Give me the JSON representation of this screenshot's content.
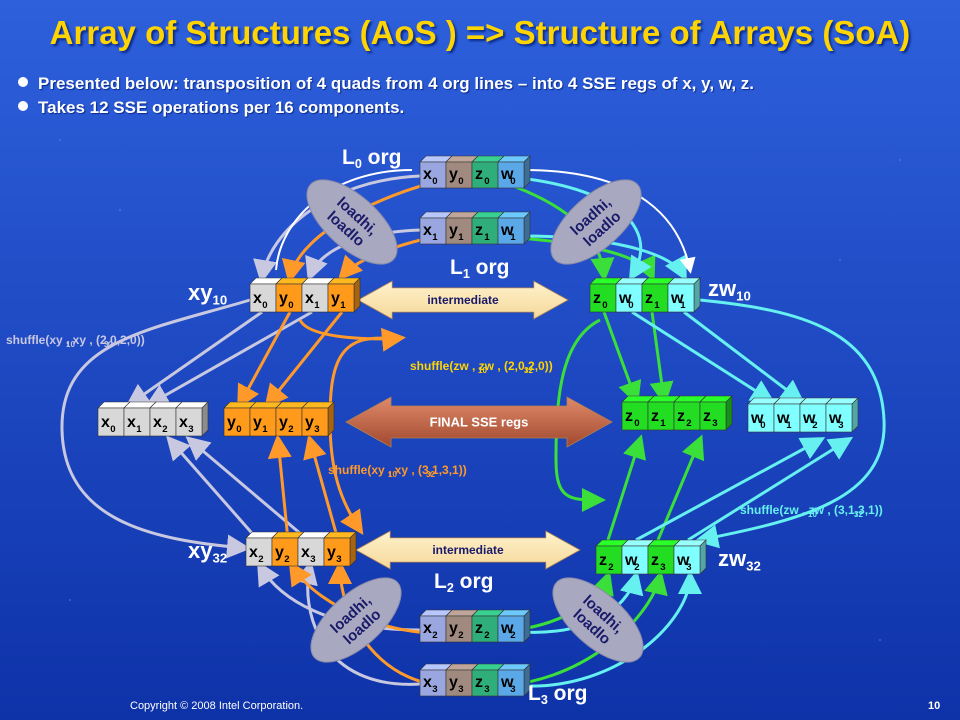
{
  "title": "Array of Structures (AoS ) => Structure of Arrays (SoA)",
  "bullets": [
    "Presented below: transposition of 4 quads from 4 org lines – into 4 SSE regs of x, y, w, z.",
    "Takes 12 SSE operations per 16 components."
  ],
  "labels": {
    "l0": {
      "base": "L",
      "sub": "0",
      "rest": " org"
    },
    "l1": {
      "base": "L",
      "sub": "1",
      "rest": " org"
    },
    "l2": {
      "base": "L",
      "sub": "2",
      "rest": " org"
    },
    "l3": {
      "base": "L",
      "sub": "3",
      "rest": " org"
    },
    "xy10": {
      "base": "xy",
      "sub": "10"
    },
    "zw10": {
      "base": "zw",
      "sub": "10"
    },
    "xy32": {
      "base": "xy",
      "sub": "32"
    },
    "zw32": {
      "base": "zw",
      "sub": "32"
    },
    "loadhi": "loadhi,",
    "loadlo": "loadlo",
    "intermediate": "intermediate",
    "final": "FINAL SSE regs",
    "shuffle_xy_lo": "shuffle(xy  , xy   , (2,0,2,0))",
    "shuffle_zw_lo": "shuffle(zw  , zw   , (2,0,2,0))",
    "shuffle_xy_hi": "shuffle(xy  , xy   , (3,1,3,1))",
    "shuffle_zw_hi": "shuffle(zw  , zw   , (3,1,3,1))",
    "shuffle_xy_lo_sub1": "10",
    "shuffle_xy_lo_sub2": "32",
    "shuffle_zw_lo_sub1": "10",
    "shuffle_zw_lo_sub2": "32",
    "shuffle_xy_hi_sub1": "10",
    "shuffle_xy_hi_sub2": "32",
    "shuffle_zw_hi_sub1": "10",
    "shuffle_zw_hi_sub2": "32"
  },
  "rows": {
    "l0": [
      {
        "l": "x",
        "s": "0"
      },
      {
        "l": "y",
        "s": "0"
      },
      {
        "l": "z",
        "s": "0"
      },
      {
        "l": "w",
        "s": "0"
      }
    ],
    "l1": [
      {
        "l": "x",
        "s": "1"
      },
      {
        "l": "y",
        "s": "1"
      },
      {
        "l": "z",
        "s": "1"
      },
      {
        "l": "w",
        "s": "1"
      }
    ],
    "l2": [
      {
        "l": "x",
        "s": "2"
      },
      {
        "l": "y",
        "s": "2"
      },
      {
        "l": "z",
        "s": "2"
      },
      {
        "l": "w",
        "s": "2"
      }
    ],
    "l3": [
      {
        "l": "x",
        "s": "3"
      },
      {
        "l": "y",
        "s": "3"
      },
      {
        "l": "z",
        "s": "3"
      },
      {
        "l": "w",
        "s": "3"
      }
    ],
    "xy10": [
      {
        "l": "x",
        "s": "0"
      },
      {
        "l": "y",
        "s": "0"
      },
      {
        "l": "x",
        "s": "1"
      },
      {
        "l": "y",
        "s": "1"
      }
    ],
    "zw10": [
      {
        "l": "z",
        "s": "0"
      },
      {
        "l": "w",
        "s": "0"
      },
      {
        "l": "z",
        "s": "1"
      },
      {
        "l": "w",
        "s": "1"
      }
    ],
    "xy32": [
      {
        "l": "x",
        "s": "2"
      },
      {
        "l": "y",
        "s": "2"
      },
      {
        "l": "x",
        "s": "3"
      },
      {
        "l": "y",
        "s": "3"
      }
    ],
    "zw32": [
      {
        "l": "z",
        "s": "2"
      },
      {
        "l": "w",
        "s": "2"
      },
      {
        "l": "z",
        "s": "3"
      },
      {
        "l": "w",
        "s": "3"
      }
    ],
    "fx": [
      {
        "l": "x",
        "s": "0"
      },
      {
        "l": "x",
        "s": "1"
      },
      {
        "l": "x",
        "s": "2"
      },
      {
        "l": "x",
        "s": "3"
      }
    ],
    "fy": [
      {
        "l": "y",
        "s": "0"
      },
      {
        "l": "y",
        "s": "1"
      },
      {
        "l": "y",
        "s": "2"
      },
      {
        "l": "y",
        "s": "3"
      }
    ],
    "fz": [
      {
        "l": "z",
        "s": "0"
      },
      {
        "l": "z",
        "s": "1"
      },
      {
        "l": "z",
        "s": "2"
      },
      {
        "l": "z",
        "s": "3"
      }
    ],
    "fw": [
      {
        "l": "w",
        "s": "0"
      },
      {
        "l": "w",
        "s": "1"
      },
      {
        "l": "w",
        "s": "2"
      },
      {
        "l": "w",
        "s": "3"
      }
    ]
  },
  "colors": {
    "x": "#9aa6e0",
    "y": "#a08a80",
    "z": "#2fae7a",
    "w": "#5aa8e8",
    "xy_x": "#d8d8d8",
    "xy_y": "#ff9a1a",
    "zw_z": "#22dd22",
    "zw_w": "#7fffff",
    "orange": "#ff9a2a",
    "green": "#3adf3a",
    "cyan": "#66f0f0",
    "gray": "#c8c8e0",
    "title": "#ffd400",
    "bg_top": "#2a5ad8",
    "bg_bottom": "#1238b0"
  },
  "footer": {
    "copyright": "Copyright  © 2008 Intel Corporation.",
    "page": "10"
  }
}
